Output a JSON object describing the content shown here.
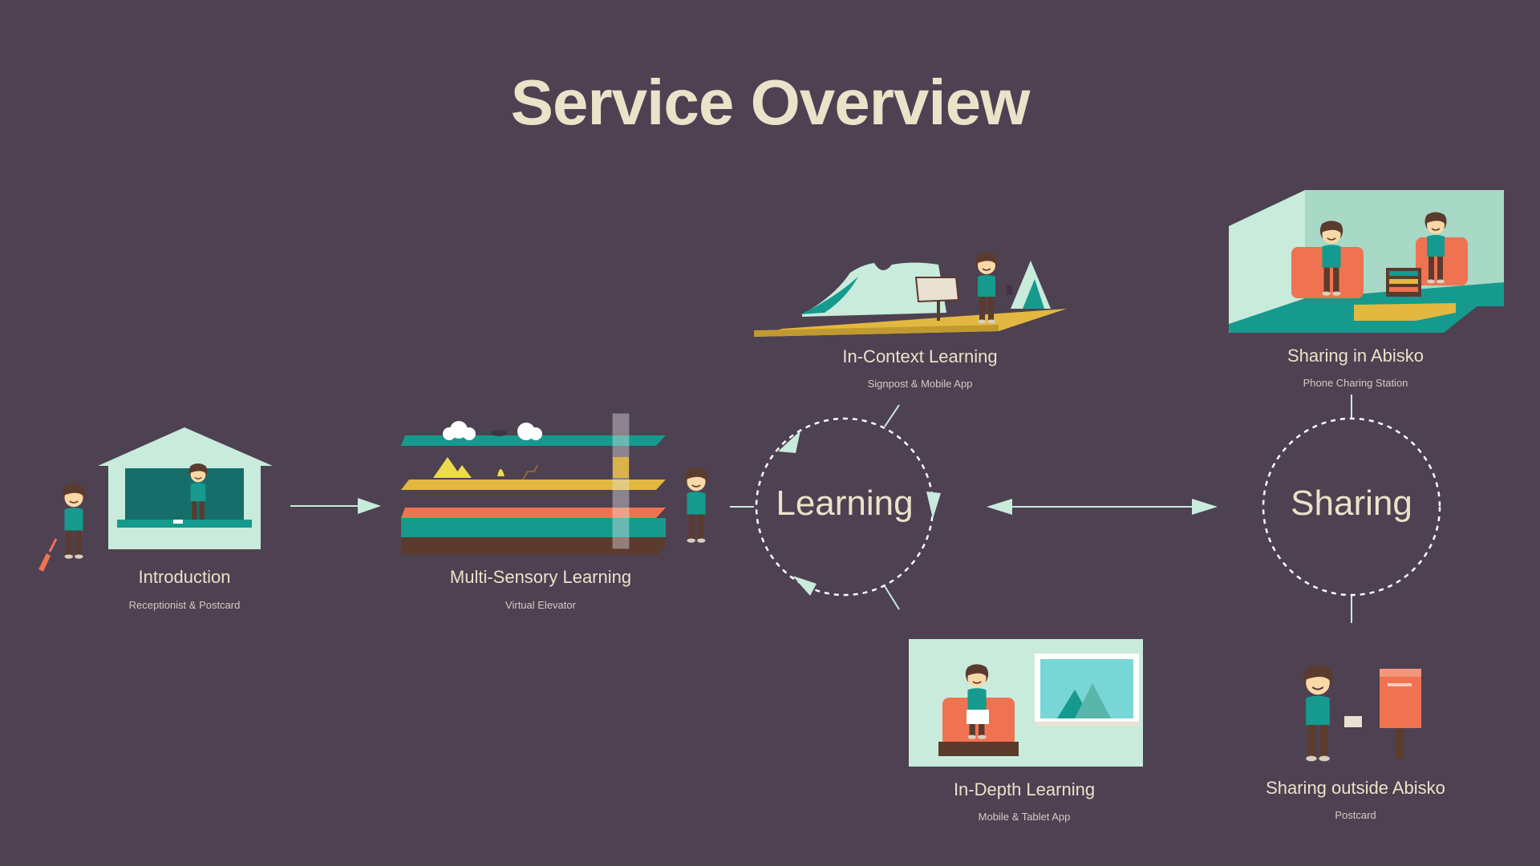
{
  "title": "Service Overview",
  "colors": {
    "background": "#4e4152",
    "cream": "#ece2c9",
    "mint": "#c8ebdc",
    "teal": "#169a8e",
    "orange": "#ef7350",
    "mustard": "#e2b840",
    "brown": "#5a3b2e"
  },
  "stages": {
    "introduction": {
      "label": "Introduction",
      "sub": "Receptionist & Postcard"
    },
    "multisensory": {
      "label": "Multi-Sensory Learning",
      "sub": "Virtual Elevator"
    },
    "incontext": {
      "label": "In-Context Learning",
      "sub": "Signpost & Mobile App"
    },
    "indepth": {
      "label": "In-Depth Learning",
      "sub": "Mobile & Tablet App"
    },
    "sharing_in": {
      "label": "Sharing in Abisko",
      "sub": "Phone Charing Station"
    },
    "sharing_out": {
      "label": "Sharing outside Abisko",
      "sub": "Postcard"
    }
  },
  "cycles": {
    "learning": "Learning",
    "sharing": "Sharing"
  }
}
